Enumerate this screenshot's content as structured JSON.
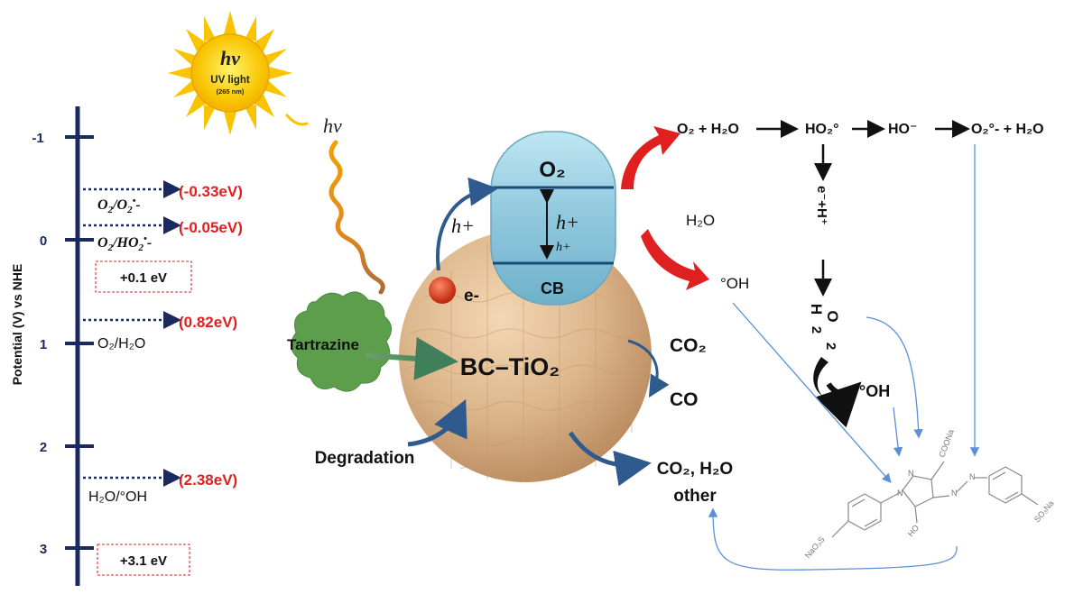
{
  "sun": {
    "symbol": "hν",
    "label": "UV light",
    "wavelength": "(265 nm)"
  },
  "light_symbol": "hν",
  "energy_axis": {
    "label": "Potential (V) vs NHE",
    "ticks": [
      "-1",
      "0",
      "1",
      "2",
      "3"
    ],
    "levels": [
      {
        "couple_main": "O",
        "couple_sub": "2",
        "couple_rest": "/O",
        "couple_sub2": "2",
        "couple_sup": "•",
        "couple_end": "-",
        "value": "(-0.33eV)"
      },
      {
        "couple_main": "O",
        "couple_sub": "2",
        "couple_rest": "/HO",
        "couple_sub2": "2",
        "couple_sup": "•",
        "couple_end": "-",
        "value": "(-0.05eV)"
      },
      {
        "couple_text": "O₂/H₂O",
        "value": "(0.82eV)"
      },
      {
        "couple_text": "H₂O/°OH",
        "value": "(2.38eV)"
      }
    ],
    "boxes": [
      "+0.1 eV",
      "+3.1 eV"
    ]
  },
  "particle": {
    "name": "BC–TiO₂",
    "electron": "e-",
    "hole_outer": "h+",
    "band_top": "O₂",
    "band_h1": "h+",
    "band_h2": "h+",
    "band_bottom": "CB"
  },
  "pollutant": {
    "name": "Tartrazine"
  },
  "labels": {
    "degradation": "Degradation",
    "co2": "CO₂",
    "co": "CO",
    "products_line1": "CO₂, H₂O",
    "products_line2": "other",
    "h2o_mid": "H₂O",
    "oh_mid": "°OH",
    "oh_low": "°OH",
    "e_h": "e⁻+H⁺"
  },
  "reaction_chain": {
    "o2_h2o": "O₂ + H₂O",
    "ho2": "HO₂°",
    "ho_minus": "HO⁻",
    "final": "O₂°- + H₂O",
    "h2o2_letters": [
      "H",
      "O",
      "2",
      "2"
    ]
  },
  "molecule": {
    "left_sub": "NaO₃S",
    "right_sub": "SO₃Na",
    "coona": "COONa",
    "ho": "HO",
    "n1": "N",
    "n2": "N",
    "n3": "N",
    "n4": "N"
  },
  "colors": {
    "navy": "#1b2a5e",
    "red": "#e02020",
    "arrow_blue": "#2e5a8e",
    "sun": "#f8c400",
    "particle": "#d9b48a",
    "tartrazine": "#5d9e4c",
    "band": "#8fc7dc",
    "thin_blue": "#5b8fd6"
  }
}
